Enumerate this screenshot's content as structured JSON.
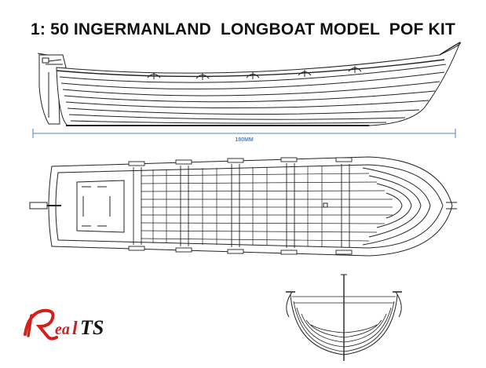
{
  "title": "1: 50 INGERMANLAND  LONGBOAT MODEL  POF KIT",
  "dimension": {
    "label": "180MM"
  },
  "logo": {
    "text": "RealTS"
  },
  "colors": {
    "line": "#222222",
    "dimension": "#4a86c8",
    "logo_red": "#d4201b",
    "logo_black": "#151515"
  }
}
